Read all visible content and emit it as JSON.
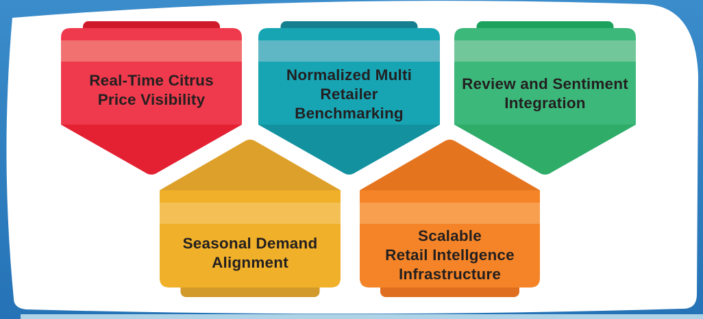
{
  "frame": {
    "border_blue_top": "#3b8ccb",
    "border_blue_bottom": "#2573b6",
    "bottom_strip": "#aed3e6",
    "card": "#ffffff",
    "text_color": "#231f20"
  },
  "banners": [
    {
      "name": "real-time-citrus-price-visibility",
      "direction": "down",
      "lines": [
        "Real-Time Citrus",
        "Price Visibility"
      ],
      "colors": {
        "tab": "#ce1a2a",
        "body": "#ee3a4c",
        "stripe": "#f17170",
        "point": "#e32133"
      }
    },
    {
      "name": "normalized-multi-retailer-benchmarking",
      "direction": "down",
      "lines": [
        "Normalized Multi",
        "Retailer",
        "Benchmarking"
      ],
      "colors": {
        "tab": "#157e8f",
        "body": "#17a5b4",
        "stripe": "#5fb7c5",
        "point": "#13919f"
      }
    },
    {
      "name": "review-and-sentiment-integration",
      "direction": "down",
      "lines": [
        "Review and Sentiment",
        "Integration"
      ],
      "colors": {
        "tab": "#1da25e",
        "body": "#3cb87b",
        "stripe": "#72c79a",
        "point": "#2eac68"
      }
    },
    {
      "name": "seasonal-demand-alignment",
      "direction": "up",
      "lines": [
        "Seasonal Demand",
        "Alignment"
      ],
      "colors": {
        "tab": "#d2992b",
        "body": "#f0b02a",
        "stripe": "#f4c055",
        "point": "#dda02a"
      }
    },
    {
      "name": "scalable-retail-intellgence-infrastructure",
      "direction": "up",
      "lines": [
        "Scalable",
        "Retail Intellgence",
        "Infrastructure"
      ],
      "colors": {
        "tab": "#e06e20",
        "body": "#f48427",
        "stripe": "#f79e4f",
        "point": "#e5741f"
      }
    }
  ]
}
